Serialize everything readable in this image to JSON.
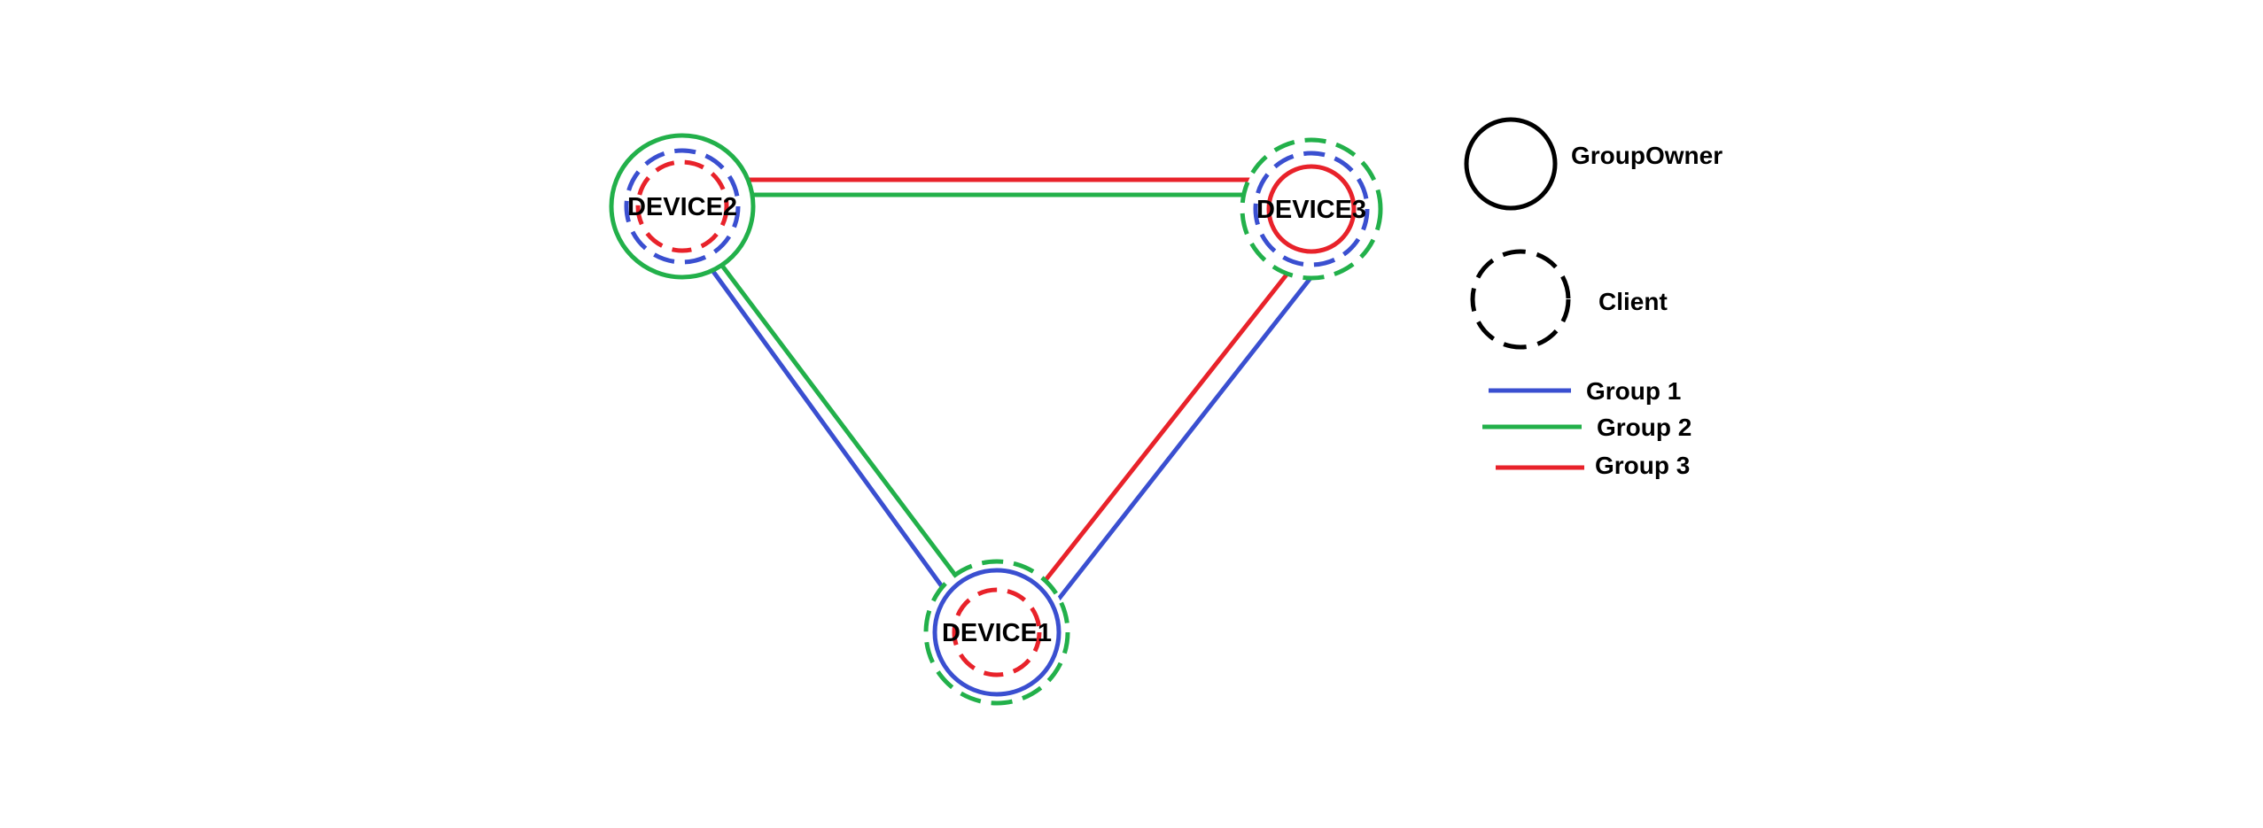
{
  "devices": [
    {
      "id": "device1",
      "label": "DEVICE1"
    },
    {
      "id": "device2",
      "label": "DEVICE2"
    },
    {
      "id": "device3",
      "label": "DEVICE3"
    }
  ],
  "legend": {
    "group_owner": "GroupOwner",
    "client": "Client",
    "groups": [
      {
        "label": "Group 1",
        "color": "#3a4fd0"
      },
      {
        "label": "Group 2",
        "color": "#22b04a"
      },
      {
        "label": "Group 3",
        "color": "#e8222a"
      }
    ]
  },
  "colors": {
    "group1": "#3a4fd0",
    "group2": "#22b04a",
    "group3": "#e8222a",
    "legend_shape": "#000000"
  }
}
